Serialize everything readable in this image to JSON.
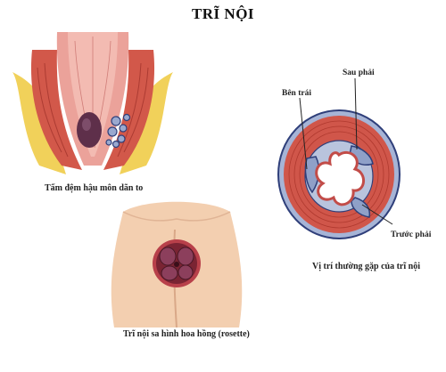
{
  "title": "TRĨ NỘI",
  "figures": {
    "anal_canal": {
      "caption": "Tấm đệm hậu môn dãn to"
    },
    "rosette": {
      "caption": "Trĩ nội sa hình hoa hồng (rosette)"
    },
    "cross_section": {
      "caption": "Vị trí thường gặp của trĩ nội",
      "labels": {
        "left": "Bên trái",
        "right_posterior": "Sau phải",
        "right_anterior": "Trước phải"
      }
    }
  },
  "colors": {
    "flesh": "#f2c9a8",
    "muscle": "#d2584a",
    "fat": "#f1d15a",
    "vein": "#2f3f7a",
    "mucosa": "#b8c4dc"
  }
}
